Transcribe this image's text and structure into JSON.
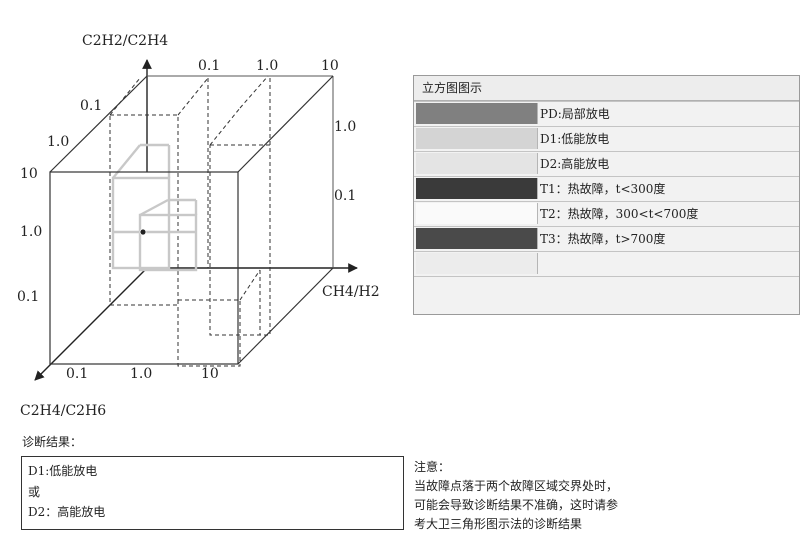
{
  "cube": {
    "labels": {
      "z_axis": "C2H2/C2H4",
      "x_axis": "CH4/H2",
      "y_axis": "C2H4/C2H6",
      "top_ticks": [
        "0.1",
        "1.0",
        "10"
      ],
      "right_ticks": [
        "1.0",
        "0.1"
      ],
      "left_top_ticks": [
        "0.1",
        "1.0"
      ],
      "left_ticks": [
        "10",
        "1.0",
        "0.1"
      ],
      "bottom_ticks": [
        "0.1",
        "1.0",
        "10"
      ]
    }
  },
  "legend": {
    "title": "立方图图示",
    "items": [
      {
        "label": "PD:局部放电",
        "color": "#808080"
      },
      {
        "label": "D1:低能放电",
        "color": "#d4d4d4"
      },
      {
        "label": "D2:高能放电",
        "color": "#e4e4e4"
      },
      {
        "label": "T1：热故障，t<300度",
        "color": "#3a3a3a"
      },
      {
        "label": "T2：热故障，300<t<700度",
        "color": "#fafafa"
      },
      {
        "label": "T3：热故障，t>700度",
        "color": "#4a4a4a"
      },
      {
        "label": "",
        "color": "#ececec"
      }
    ]
  },
  "result": {
    "title": "诊断结果：",
    "lines": [
      "D1:低能放电",
      "或",
      "D2：高能放电"
    ]
  },
  "note": {
    "title": "注意：",
    "lines": [
      "当故障点落于两个故障区域交界处时，",
      "可能会导致诊断结果不准确，这时请参",
      "考大卫三角形图示法的诊断结果"
    ]
  }
}
